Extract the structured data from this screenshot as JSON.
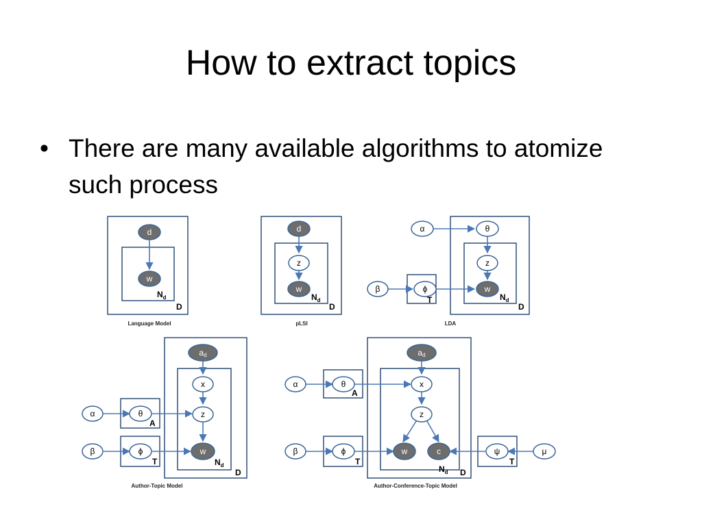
{
  "slide": {
    "title": "How to extract topics",
    "bullet_glyph": "•",
    "bullet_text": "There are many available algorithms to atomize such process"
  },
  "colors": {
    "frame": "#2E4F78",
    "arrow": "#4A78B5",
    "observed_fill": "#6D6D6D",
    "latent_fill": "#FFFFFF",
    "node_stroke": "#3A6496"
  },
  "diagrams": {
    "language_model": {
      "caption": "Language Model",
      "nodes": {
        "d": "d",
        "w": "w"
      },
      "plates": {
        "n": "N",
        "n_sub": "d",
        "d": "D"
      }
    },
    "plsi": {
      "caption": "pLSI",
      "nodes": {
        "d": "d",
        "z": "z",
        "w": "w"
      },
      "plates": {
        "n": "N",
        "n_sub": "d",
        "d": "D"
      }
    },
    "lda": {
      "caption": "LDA",
      "nodes": {
        "alpha": "α",
        "theta": "θ",
        "z": "z",
        "w": "w",
        "beta": "β",
        "phi": "ϕ"
      },
      "plates": {
        "n": "N",
        "n_sub": "d",
        "d": "D",
        "t": "T"
      }
    },
    "author_topic": {
      "caption": "Author-Topic Model",
      "nodes": {
        "a": "a",
        "a_sub": "d",
        "x": "x",
        "z": "z",
        "w": "w",
        "alpha": "α",
        "theta": "θ",
        "beta": "β",
        "phi": "ϕ"
      },
      "plates": {
        "a": "A",
        "t": "T",
        "n": "N",
        "n_sub": "d",
        "d": "D"
      }
    },
    "author_conference_topic": {
      "caption": "Author-Conference-Topic Model",
      "nodes": {
        "a": "a",
        "a_sub": "d",
        "x": "x",
        "z": "z",
        "w": "w",
        "c": "c",
        "alpha": "α",
        "theta": "θ",
        "beta": "β",
        "phi": "ϕ",
        "psi": "ψ",
        "mu": "μ"
      },
      "plates": {
        "a": "A",
        "t": "T",
        "t2": "T",
        "n": "N",
        "n_sub": "d",
        "d": "D"
      }
    }
  }
}
